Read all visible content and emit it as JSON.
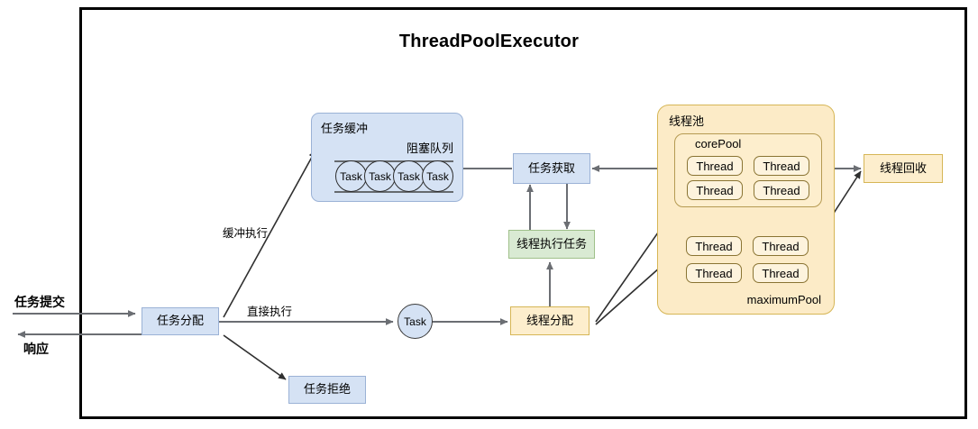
{
  "diagram": {
    "title": "ThreadPoolExecutor",
    "outer_border_color": "#000000",
    "background": "#ffffff"
  },
  "palette": {
    "blue_fill": "#d5e2f4",
    "blue_stroke": "#9bb2d6",
    "green_fill": "#d9ead3",
    "green_stroke": "#9fc08a",
    "yellow_fill": "#fdeecd",
    "yellow_stroke": "#d6b656",
    "pool_fill": "#fcebc7",
    "arrow_gray": "#6b6e73",
    "arrow_dark": "#3a3a3a"
  },
  "external_labels": {
    "submit": "任务提交",
    "response": "响应"
  },
  "edge_labels": {
    "buffered_execute": "缓冲执行",
    "direct_execute": "直接执行"
  },
  "nodes": {
    "task_dispatch": "任务分配",
    "task_reject": "任务拒绝",
    "task_circle": "Task",
    "thread_dispatch": "线程分配",
    "task_fetch": "任务获取",
    "thread_execute": "线程执行任务",
    "thread_recycle": "线程回收"
  },
  "buffer": {
    "panel_label": "任务缓冲",
    "queue_label": "阻塞队列",
    "tasks": [
      "Task",
      "Task",
      "Task",
      "Task"
    ]
  },
  "pool": {
    "panel_label": "线程池",
    "core_label": "corePool",
    "maximum_label": "maximumPool",
    "core_threads": [
      "Thread",
      "Thread",
      "Thread",
      "Thread"
    ],
    "max_threads": [
      "Thread",
      "Thread",
      "Thread",
      "Thread"
    ]
  }
}
